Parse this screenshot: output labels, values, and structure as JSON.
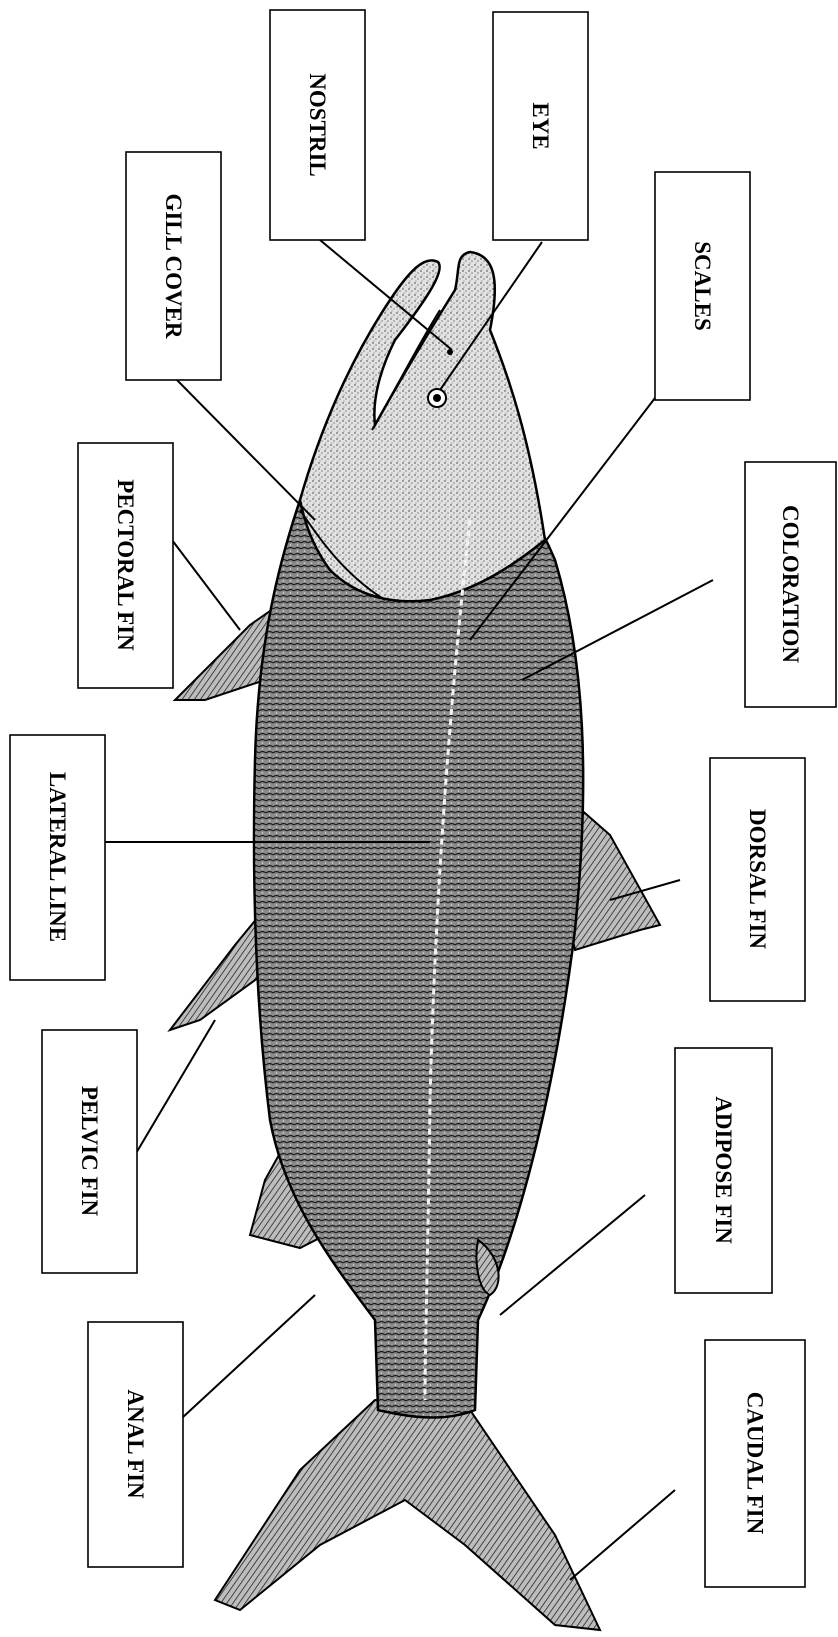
{
  "diagram": {
    "labels": {
      "nostril": "NOSTRIL",
      "eye": "EYE",
      "gill_cover": "GILL COVER",
      "scales": "SCALES",
      "pectoral_fin": "PECTORAL FIN",
      "coloration": "COLORATION",
      "lateral_line": "LATERAL LINE",
      "dorsal_fin": "DORSAL FIN",
      "pelvic_fin": "PELVIC FIN",
      "adipose_fin": "ADIPOSE FIN",
      "anal_fin": "ANAL FIN",
      "caudal_fin": "CAUDAL FIN"
    }
  }
}
